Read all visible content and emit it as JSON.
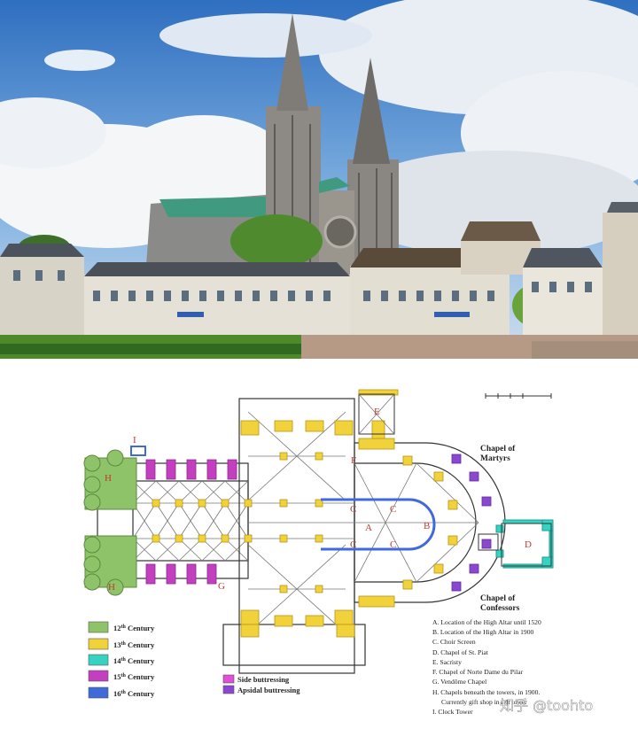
{
  "plan": {
    "chapel_top": [
      "Chapel of",
      "Martyrs"
    ],
    "chapel_bottom": [
      "Chapel of",
      "Confessors"
    ],
    "letters": {
      "A": "A",
      "B": "B",
      "C": "C",
      "D": "D",
      "E": "E",
      "F": "F",
      "G": "G",
      "H": "H",
      "I": "I"
    }
  },
  "legend": {
    "century": [
      {
        "base": "12",
        "sup": "th",
        "word": " Century",
        "color": "#8fc36a"
      },
      {
        "base": "13",
        "sup": "th",
        "word": " Century",
        "color": "#f2d23a"
      },
      {
        "base": "14",
        "sup": "th",
        "word": " Century",
        "color": "#36d3c3"
      },
      {
        "base": "15",
        "sup": "th",
        "word": " Century",
        "color": "#c43fc0"
      },
      {
        "base": "16",
        "sup": "th",
        "word": " Century",
        "color": "#3f6ad8"
      }
    ],
    "buttress": [
      {
        "label": "Side buttressing",
        "color": "#e04fd4"
      },
      {
        "label": "Apsidal buttressing",
        "color": "#8c47d1"
      }
    ]
  },
  "key": [
    "A. Location of the High Altar until 1520",
    "B. Location of the High Altar in 1900",
    "C. Choir Screen",
    "D. Chapel of St. Piat",
    "E. Sacristy",
    "F. Chapel of Norte Dame du Pilar",
    "G. Vendôme Chapel",
    "H. Chapels beneath the towers, in 1900.",
    "Currently gift shop in left tower",
    "I. Clock Tower"
  ],
  "watermark": "知乎 @toohto"
}
